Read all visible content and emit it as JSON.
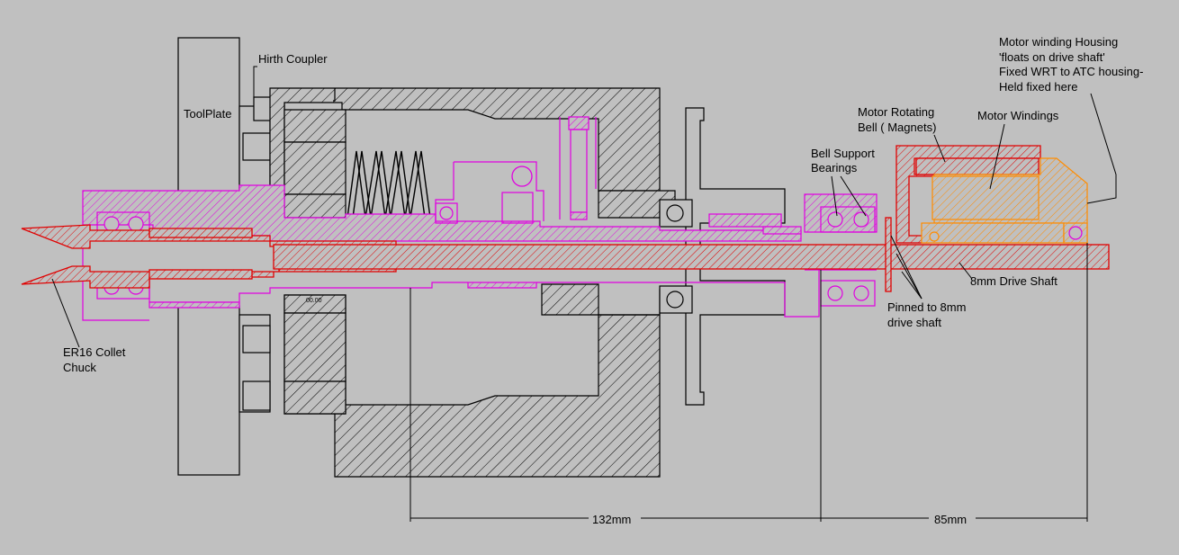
{
  "labels": {
    "toolplate": "ToolPlate",
    "hirth_coupler": "Hirth Coupler",
    "collet_line1": "ER16 Collet",
    "collet_line2": "Chuck",
    "bell_support_line1": "Bell Support",
    "bell_support_line2": "Bearings",
    "rotating_bell_line1": "Motor Rotating",
    "rotating_bell_line2": "Bell ( Magnets)",
    "windings": "Motor Windings",
    "housing_line1": "Motor winding Housing",
    "housing_line2": "'floats on drive shaft'",
    "housing_line3": "Fixed WRT to ATC housing-",
    "housing_line4": "Held fixed here",
    "drive_shaft": "8mm Drive Shaft",
    "pinned_line1": "Pinned to 8mm",
    "pinned_line2": "drive shaft",
    "small_label": "00.00"
  },
  "dimensions": {
    "dim1": "132mm",
    "dim2": "85mm"
  },
  "colors": {
    "background": "#c0c0c0",
    "housing": "#000000",
    "spindle": "#e000e0",
    "shaft": "#e00000",
    "windings": "#ff8c00"
  }
}
